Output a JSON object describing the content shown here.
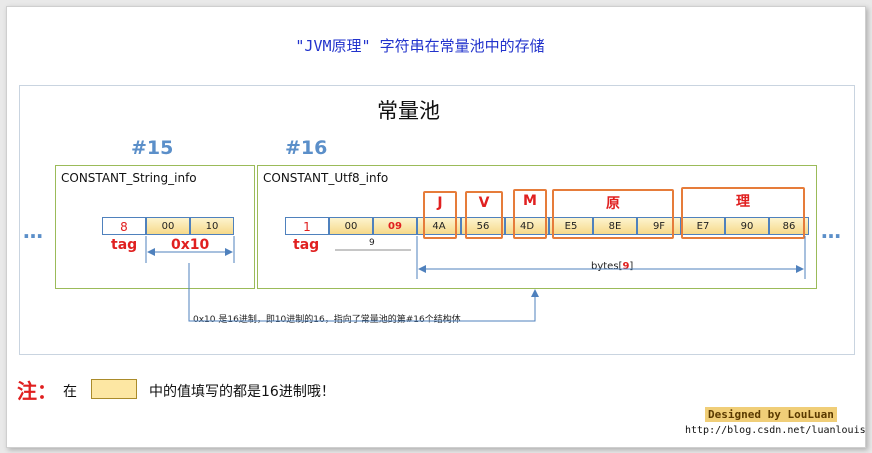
{
  "title": "\"JVM原理\" 字符串在常量池中的存储",
  "pool_title": "常量池",
  "struct15": {
    "index": "#15",
    "name": "CONSTANT_String_info",
    "cells": [
      "8",
      "00",
      "10"
    ],
    "tag_label": "tag",
    "value_label": "0x10"
  },
  "struct16": {
    "index": "#16",
    "name": "CONSTANT_Utf8_info",
    "cells": [
      "1",
      "00",
      "09",
      "4A",
      "56",
      "4D",
      "E5",
      "8E",
      "9F",
      "E7",
      "90",
      "86"
    ],
    "tag_label": "tag",
    "length_label": "9",
    "letters": [
      "J",
      "V",
      "M",
      "原",
      "理"
    ],
    "bytes_label_prefix": "bytes[",
    "bytes_label_count": "9",
    "bytes_label_suffix": "]"
  },
  "ellipsis": "…",
  "pointer_note": "0x10 是16进制，即10进制的16，指向了常量池的第#16个结构体",
  "footnote": {
    "prefix": "注：",
    "word_at": "在",
    "text": "中的值填写的都是16进制哦！"
  },
  "signature": {
    "designed_by": "Designed by LouLuan",
    "url": "http://blog.csdn.net/luanlouis"
  },
  "colors": {
    "title": "#2233cc",
    "index": "#5b8fc9",
    "struct_border": "#9bbb59",
    "cell_border": "#4f81bd",
    "highlight": "#e67c3a",
    "red": "#e02020",
    "cell_fill": "#f6d98a"
  }
}
